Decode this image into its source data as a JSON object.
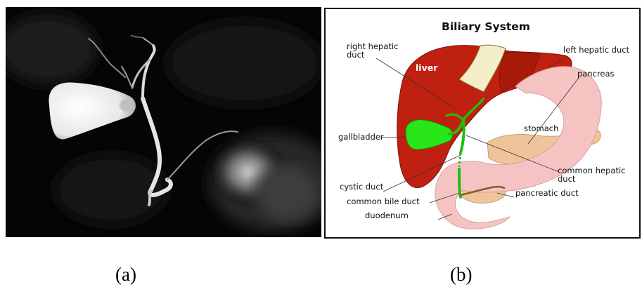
{
  "panel_a": {
    "caption": "(a)"
  },
  "panel_b": {
    "caption": "(b)",
    "title": "Biliary System",
    "labels": {
      "right_hepatic_duct_1": "right hepatic",
      "right_hepatic_duct_2": "duct",
      "liver": "liver",
      "left_hepatic_duct": "left hepatic duct",
      "pancreas": "pancreas",
      "stomach": "stomach",
      "gallbladder": "gallbladder",
      "common_hepatic_duct_1": "common hepatic",
      "common_hepatic_duct_2": "duct",
      "cystic_duct": "cystic duct",
      "pancreatic_duct": "pancreatic duct",
      "common_bile_duct": "common bile duct",
      "duodenum": "duodenum"
    },
    "colors": {
      "liver": "#c0200f",
      "stomach": "#f6c3c3",
      "pancreas": "#f0c49a",
      "gallbladder": "#29e61a",
      "ducts": "#1fbf10"
    }
  }
}
